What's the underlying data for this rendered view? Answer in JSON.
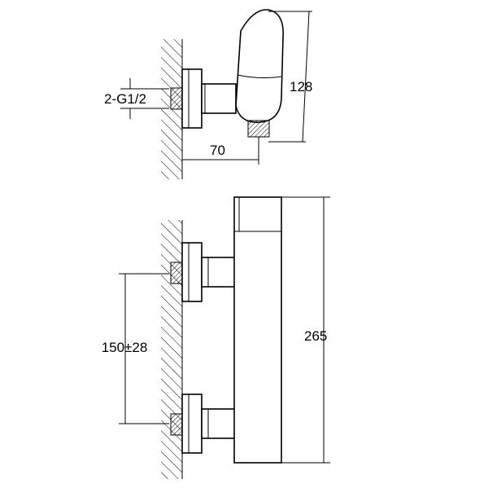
{
  "labels": {
    "thread": "2-G1/2",
    "height_top": "128",
    "projection": "70",
    "height_total": "265",
    "centres": "150±28"
  },
  "colors": {
    "line": "#000000",
    "background": "#ffffff"
  }
}
